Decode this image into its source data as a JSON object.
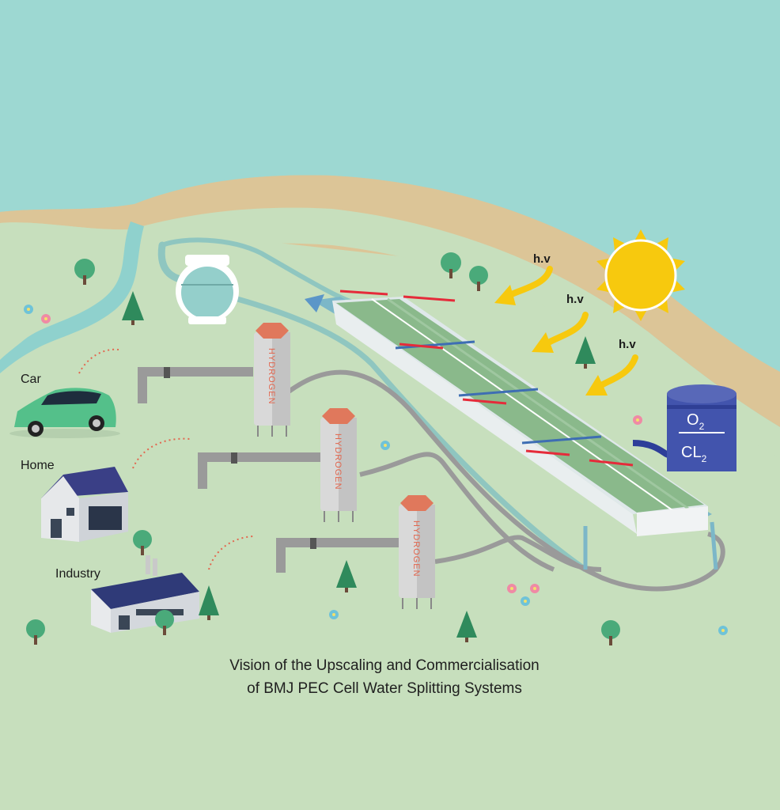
{
  "caption": {
    "line1": "Vision of the Upscaling and Commercialisation",
    "line2": "of BMJ PEC Cell Water Splitting Systems"
  },
  "consumers": {
    "car": "Car",
    "home": "Home",
    "industry": "Industry"
  },
  "silos": [
    "HYDROGEN",
    "HYDROGEN",
    "HYDROGEN"
  ],
  "light_labels": [
    "h.v",
    "h.v",
    "h.v"
  ],
  "gas_tank": {
    "top": "O",
    "top_sub": "2",
    "bottom": "CL",
    "bottom_sub": "2"
  },
  "colors": {
    "sea": "#9dd8d2",
    "sand": "#dcc597",
    "land": "#c7dfbd",
    "sun": "#f7c90e",
    "pipe": "#9a9a9a",
    "silo_cap": "#e0785c",
    "tank": "#3f4fa8",
    "car": "#54c08a",
    "river": "#8fd1cd"
  }
}
